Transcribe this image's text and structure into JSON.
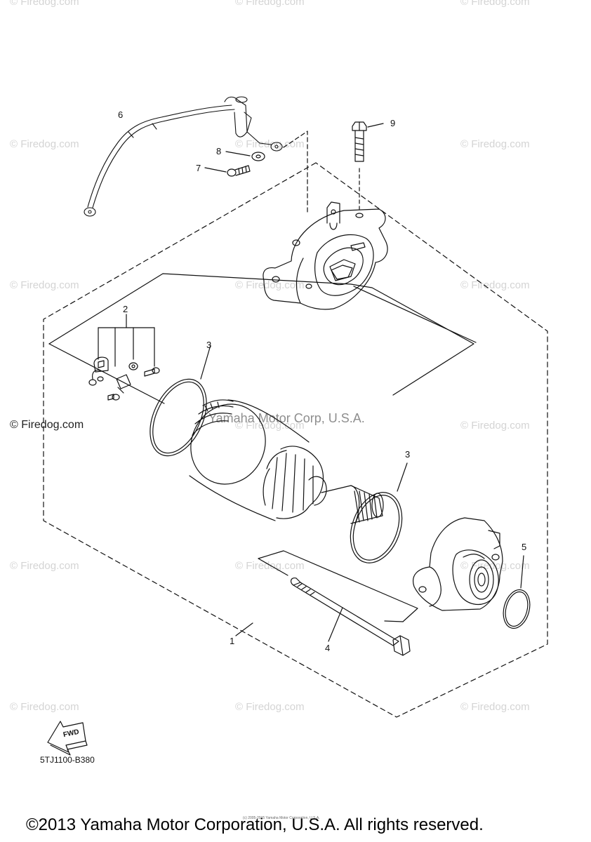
{
  "watermark": {
    "text": "© Firedog.com"
  },
  "main_watermark": {
    "text": "© Firedog.com"
  },
  "center_watermark": {
    "text": "Yamaha Motor Corp, U.S.A."
  },
  "callouts": {
    "c1": "1",
    "c2": "2",
    "c3a": "3",
    "c3b": "3",
    "c4": "4",
    "c5": "5",
    "c6": "6",
    "c7": "7",
    "c8": "8",
    "c9": "9"
  },
  "fwd_label": "FWD",
  "diagram_code": "5TJ1100-B380",
  "tiny_notice": "(c) 2005-2015 Yamaha Motor Corporation, U.S.A.",
  "copyright": "©2013 Yamaha Motor Corporation, U.S.A. All rights reserved."
}
